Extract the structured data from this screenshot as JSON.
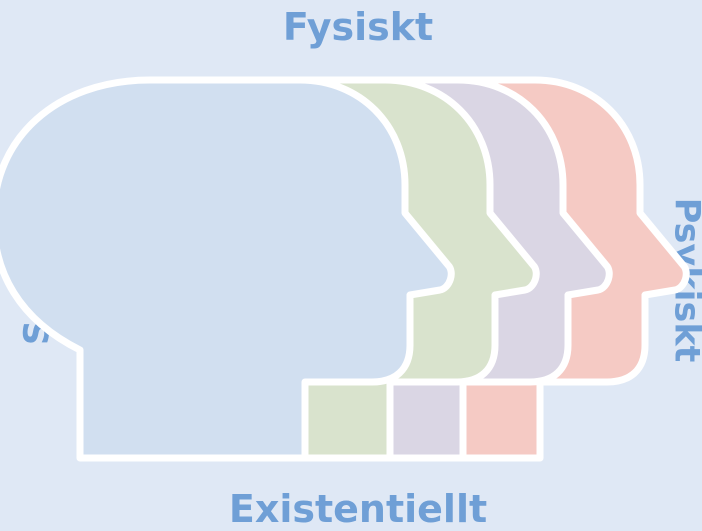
{
  "labels": {
    "top": "Fysiskt",
    "right": "Psykiskt",
    "bottom": "Existentiellt",
    "left": "Socialt"
  },
  "colors": {
    "background": "#dfe8f5",
    "label_text": "#6f9fd6",
    "outline": "#ffffff",
    "head_blue": "#d1dff0",
    "head_green": "#d9e3cd",
    "head_purple": "#dad6e4",
    "head_pink": "#f5cac4"
  }
}
